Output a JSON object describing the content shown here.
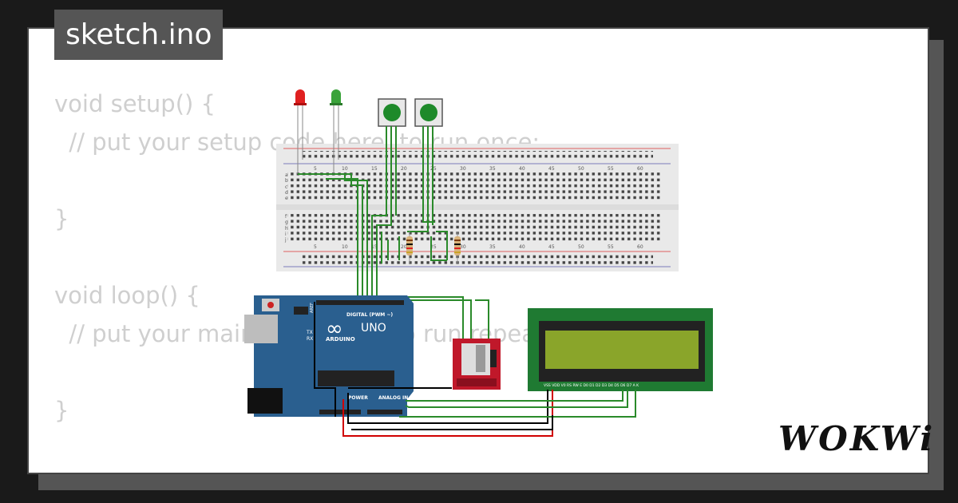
{
  "header": {
    "title": "sketch.ino"
  },
  "code": {
    "lines": [
      "void setup() {",
      "  // put your setup code here, to run once:",
      "",
      "}",
      "",
      "void loop() {",
      "  // put your main code here, to run repeatedly:",
      "",
      "}"
    ]
  },
  "board": {
    "logo": "∞",
    "brand": "ARDUINO",
    "model": "UNO",
    "digital_label": "DIGITAL (PWM ~)",
    "power_label": "POWER",
    "analog_label": "ANALOG IN",
    "tx_label": "TX",
    "rx_label": "RX",
    "aref_label": "AREF"
  },
  "breadboard": {
    "col_numbers": [
      "5",
      "10",
      "15",
      "20",
      "25",
      "30",
      "35",
      "40",
      "45",
      "50",
      "55",
      "60"
    ],
    "row_letters_top": [
      "a",
      "b",
      "c",
      "d",
      "e"
    ],
    "row_letters_bottom": [
      "f",
      "g",
      "h",
      "i",
      "j"
    ]
  },
  "lcd": {
    "pin_labels": "VSS VDD V0 RS RW E D0 D1 D2 D3 D4 D5 D6 D7 A K"
  },
  "brand": {
    "logo": "WOKWi"
  },
  "colors": {
    "background": "#1a1a1a",
    "card": "#ffffff",
    "title_tab": "#555555",
    "code_text": "#cfcfcf",
    "wire_green": "#2a8a2a",
    "wire_black": "#000000",
    "wire_red": "#d00000",
    "arduino_blue": "#2a5f8f",
    "lcd_green": "#8aa52a",
    "lcd_board": "#1f7a32",
    "sd_red": "#c0182a"
  }
}
